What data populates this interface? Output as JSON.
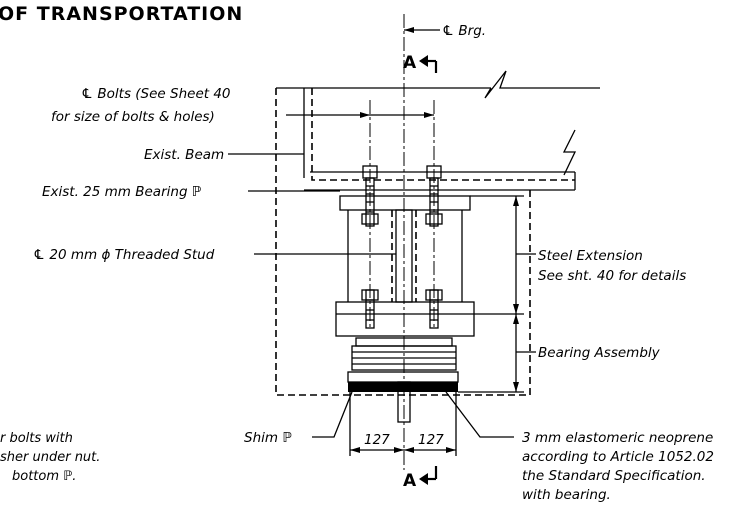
{
  "header": {
    "title": "OF TRANSPORTATION"
  },
  "labels": {
    "cl_bearing": "℄ Brg.",
    "section_top": "A",
    "section_bottom": "A",
    "cl_bolts_line1": "℄ Bolts (See Sheet 40",
    "cl_bolts_line2": "for size of bolts & holes)",
    "exist_beam": "Exist. Beam",
    "exist_bearing_plate": "Exist. 25 mm Bearing ℙ",
    "threaded_stud": "℄ 20 mm ϕ Threaded Stud",
    "steel_extension_line1": "Steel Extension",
    "steel_extension_line2": "See sht. 40 for details",
    "bearing_assembly": "Bearing Assembly",
    "shim_plate": "Shim ℙ",
    "dim_left": "127",
    "dim_right": "127",
    "neoprene_line1": "3 mm elastomeric neoprene",
    "neoprene_line2": "according to Article 1052.02",
    "neoprene_line3": "the Standard Specification.",
    "neoprene_line4": "with bearing.",
    "note_line1": "r bolts with",
    "note_line2": "sher under nut.",
    "note_line3": "bottom ℙ."
  }
}
